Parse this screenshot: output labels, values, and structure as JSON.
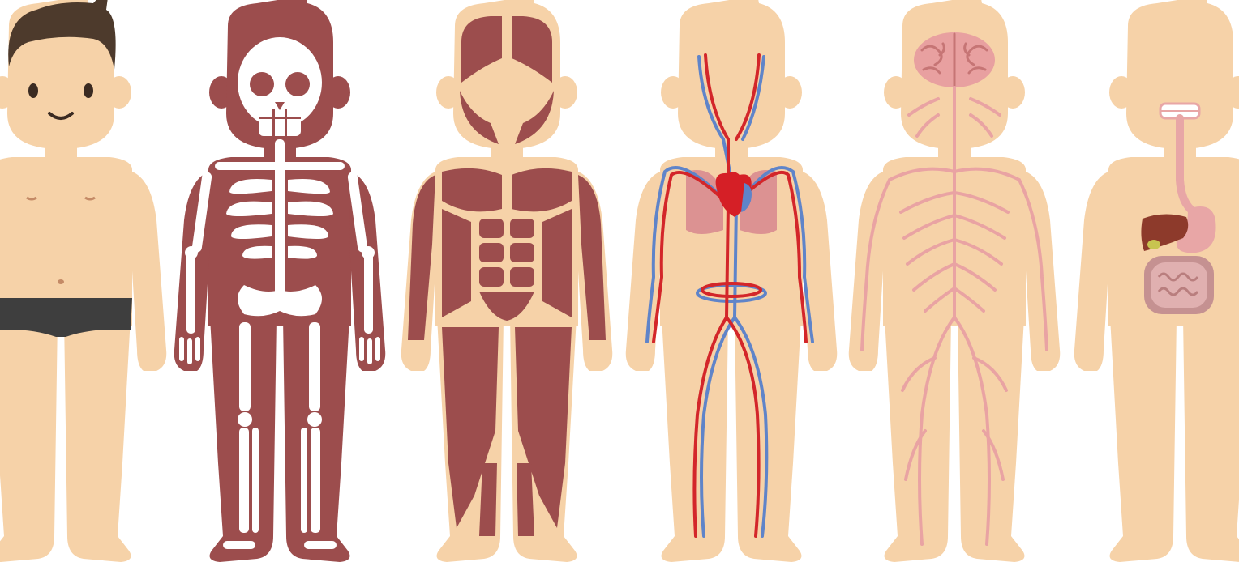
{
  "figures": [
    {
      "system": "body-outline",
      "icon": "person-icon"
    },
    {
      "system": "skeletal",
      "icon": "skeleton-icon"
    },
    {
      "system": "muscular",
      "icon": "muscle-icon"
    },
    {
      "system": "circulatory",
      "icon": "heart-icon"
    },
    {
      "system": "nervous",
      "icon": "brain-icon"
    },
    {
      "system": "digestive",
      "icon": "stomach-icon"
    }
  ],
  "colors": {
    "skin": "#f6d2a8",
    "skin_shade": "#e7b98f",
    "hair": "#4d3a2c",
    "muscle": "#9c4d4d",
    "bone": "#ffffff",
    "artery": "#d3262a",
    "vein": "#5f84c9",
    "heart": "#d51f26",
    "lung": "#dc9292",
    "nerve": "#e9a3a3",
    "brain": "#e8a0a0",
    "brain_line": "#c67575",
    "liver": "#8d3a2b",
    "stomach": "#e8a6a6",
    "intestine": "#c59191",
    "shorts": "#3e3e3e",
    "face_line": "#3b2b22"
  }
}
